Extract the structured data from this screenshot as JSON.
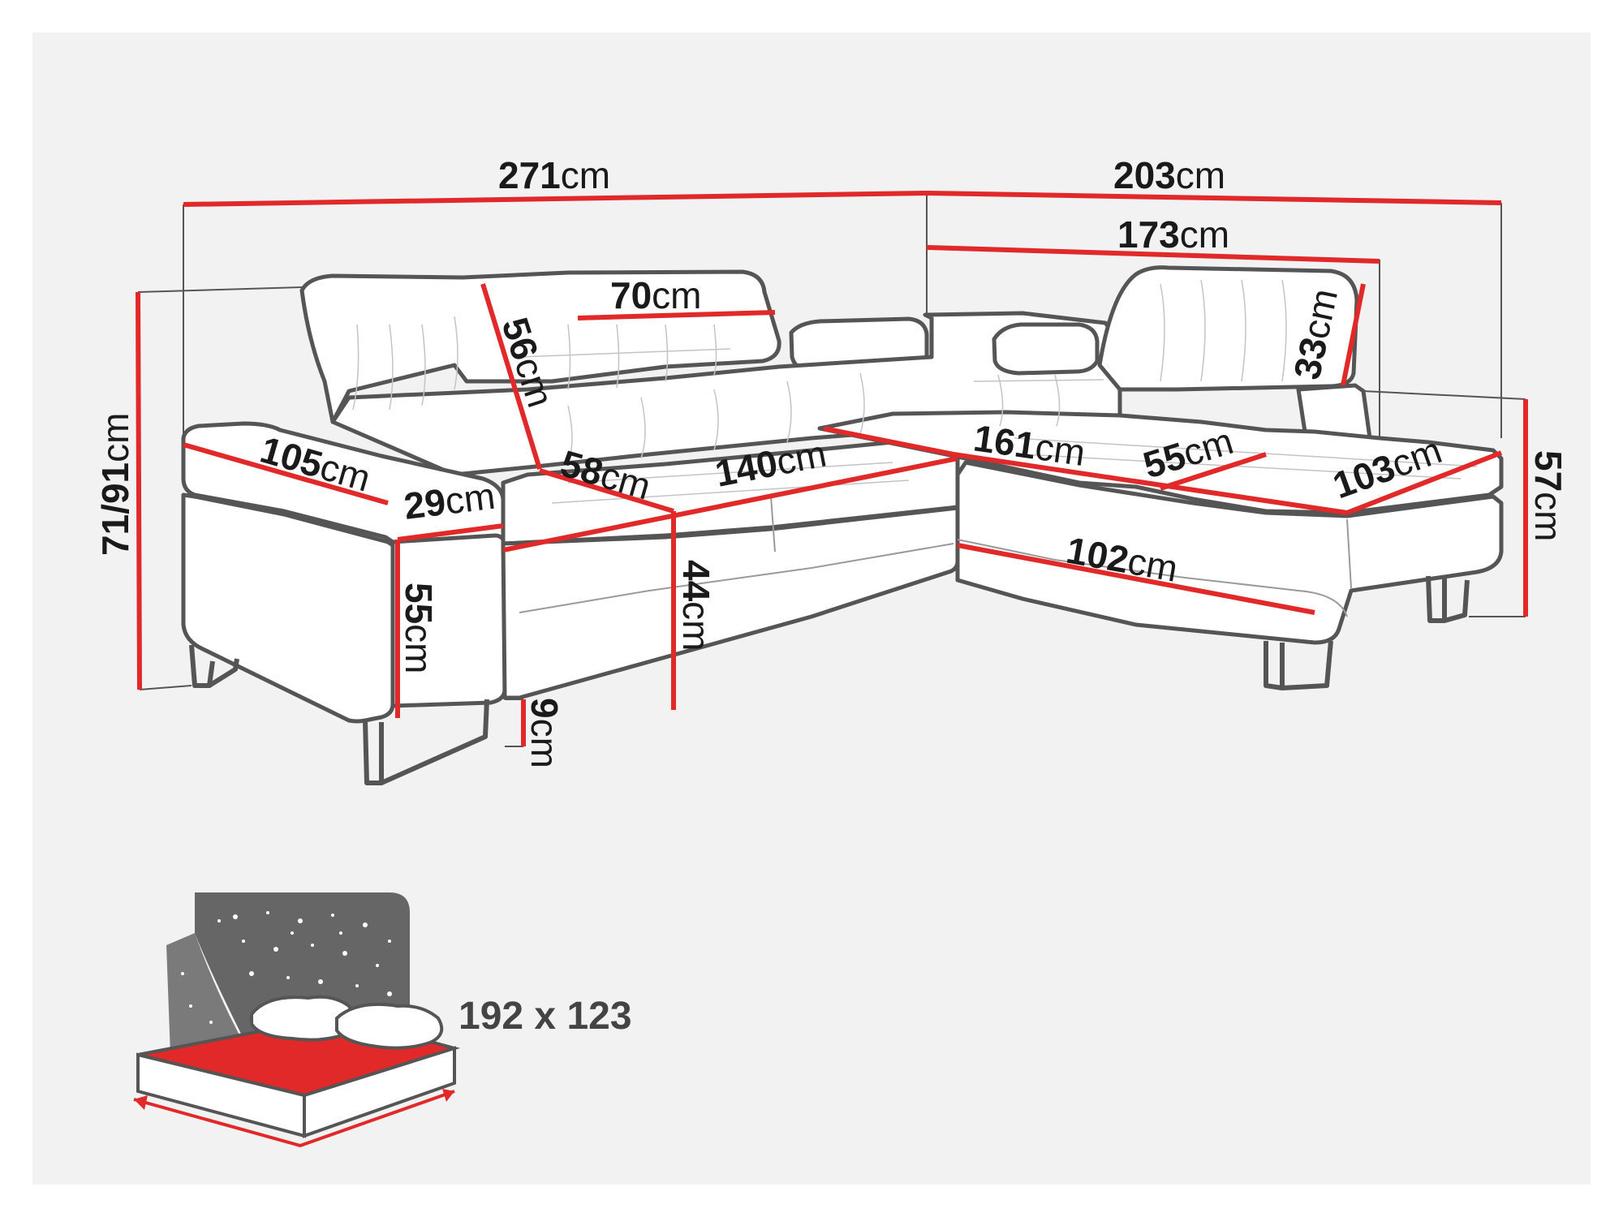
{
  "dimensions": {
    "total_width": {
      "num": "271",
      "unit": "cm"
    },
    "right_width": {
      "num": "203",
      "unit": "cm"
    },
    "chaise_inner": {
      "num": "173",
      "unit": "cm"
    },
    "headrest_width": {
      "num": "70",
      "unit": "cm"
    },
    "backrest": {
      "num": "56",
      "unit": "cm"
    },
    "headrest_right": {
      "num": "33",
      "unit": "cm"
    },
    "height": {
      "num": "71/91",
      "unit": "cm"
    },
    "armrest_depth": {
      "num": "105",
      "unit": "cm"
    },
    "armrest_width": {
      "num": "29",
      "unit": "cm"
    },
    "seat_depth": {
      "num": "58",
      "unit": "cm"
    },
    "seat_width": {
      "num": "140",
      "unit": "cm"
    },
    "chaise_length": {
      "num": "161",
      "unit": "cm"
    },
    "chaise_arm": {
      "num": "55",
      "unit": "cm"
    },
    "chaise_end": {
      "num": "103",
      "unit": "cm"
    },
    "chaise_height": {
      "num": "57",
      "unit": "cm"
    },
    "chaise_front": {
      "num": "102",
      "unit": "cm"
    },
    "arm_height": {
      "num": "55",
      "unit": "cm"
    },
    "seat_height": {
      "num": "44",
      "unit": "cm"
    },
    "leg_height": {
      "num": "9",
      "unit": "cm"
    }
  },
  "bed": {
    "size_label": "192 x 123",
    "icon": "sleeping-bed-icon"
  },
  "colors": {
    "dimension_line": "#e12929",
    "outline": "#555555",
    "background": "#f2f2f2",
    "bed_surface": "#e12929",
    "night_panel": "#666666"
  }
}
